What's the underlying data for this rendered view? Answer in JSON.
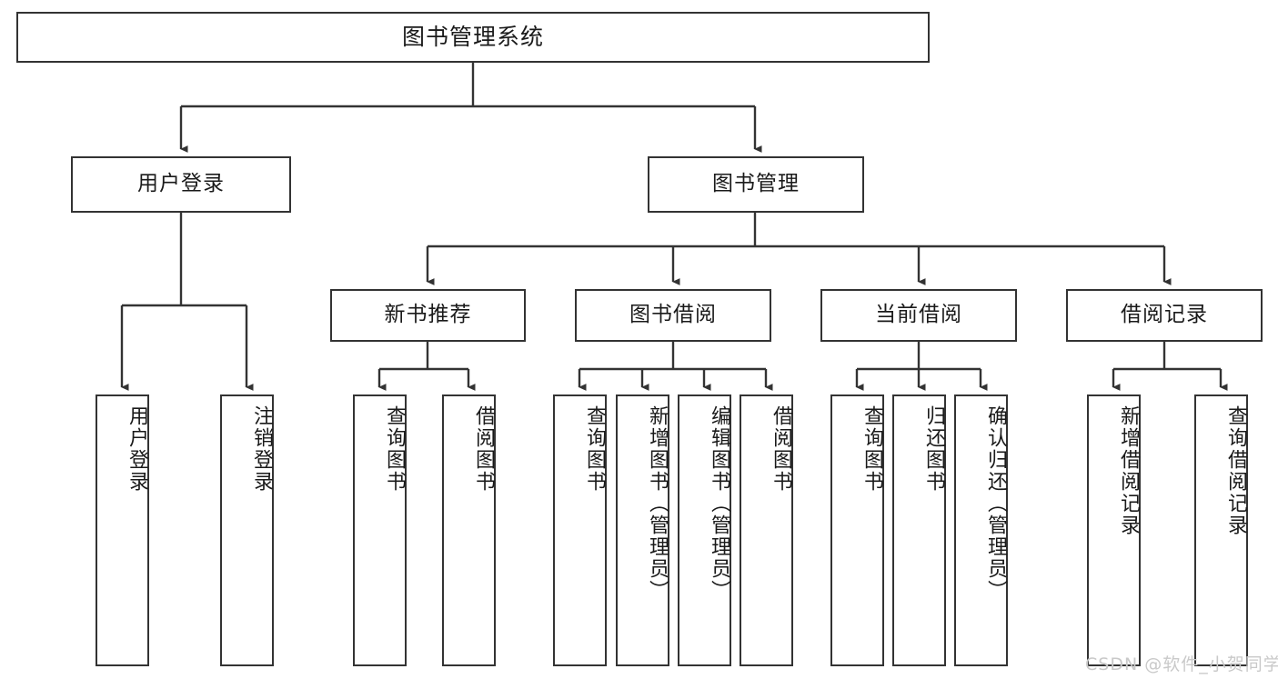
{
  "diagram": {
    "title": "图书管理系统",
    "type": "功能结构图",
    "root": {
      "label": "图书管理系统"
    },
    "level2": [
      {
        "label": "用户登录"
      },
      {
        "label": "图书管理"
      }
    ],
    "level3": [
      {
        "label": "新书推荐"
      },
      {
        "label": "图书借阅"
      },
      {
        "label": "当前借阅"
      },
      {
        "label": "借阅记录"
      }
    ],
    "leaves": {
      "user_login": [
        {
          "label": "用户登录"
        },
        {
          "label": "注销登录"
        }
      ],
      "new_book": [
        {
          "label": "查询图书"
        },
        {
          "label": "借阅图书"
        }
      ],
      "book_borrow": [
        {
          "label": "查询图书"
        },
        {
          "label": "新增图书（管理员）"
        },
        {
          "label": "编辑图书（管理员）"
        },
        {
          "label": "借阅图书"
        }
      ],
      "current_borrow": [
        {
          "label": "查询图书"
        },
        {
          "label": "归还图书"
        },
        {
          "label": "确认归还（管理员）"
        }
      ],
      "borrow_record": [
        {
          "label": "新增借阅记录"
        },
        {
          "label": "查询借阅记录"
        }
      ]
    },
    "watermark": "CSDN @软件_小贺同学",
    "colors": {
      "stroke": "#333333",
      "fill": "#ffffff",
      "text": "#1a1a1a",
      "watermark": "#c9c9c9"
    }
  }
}
